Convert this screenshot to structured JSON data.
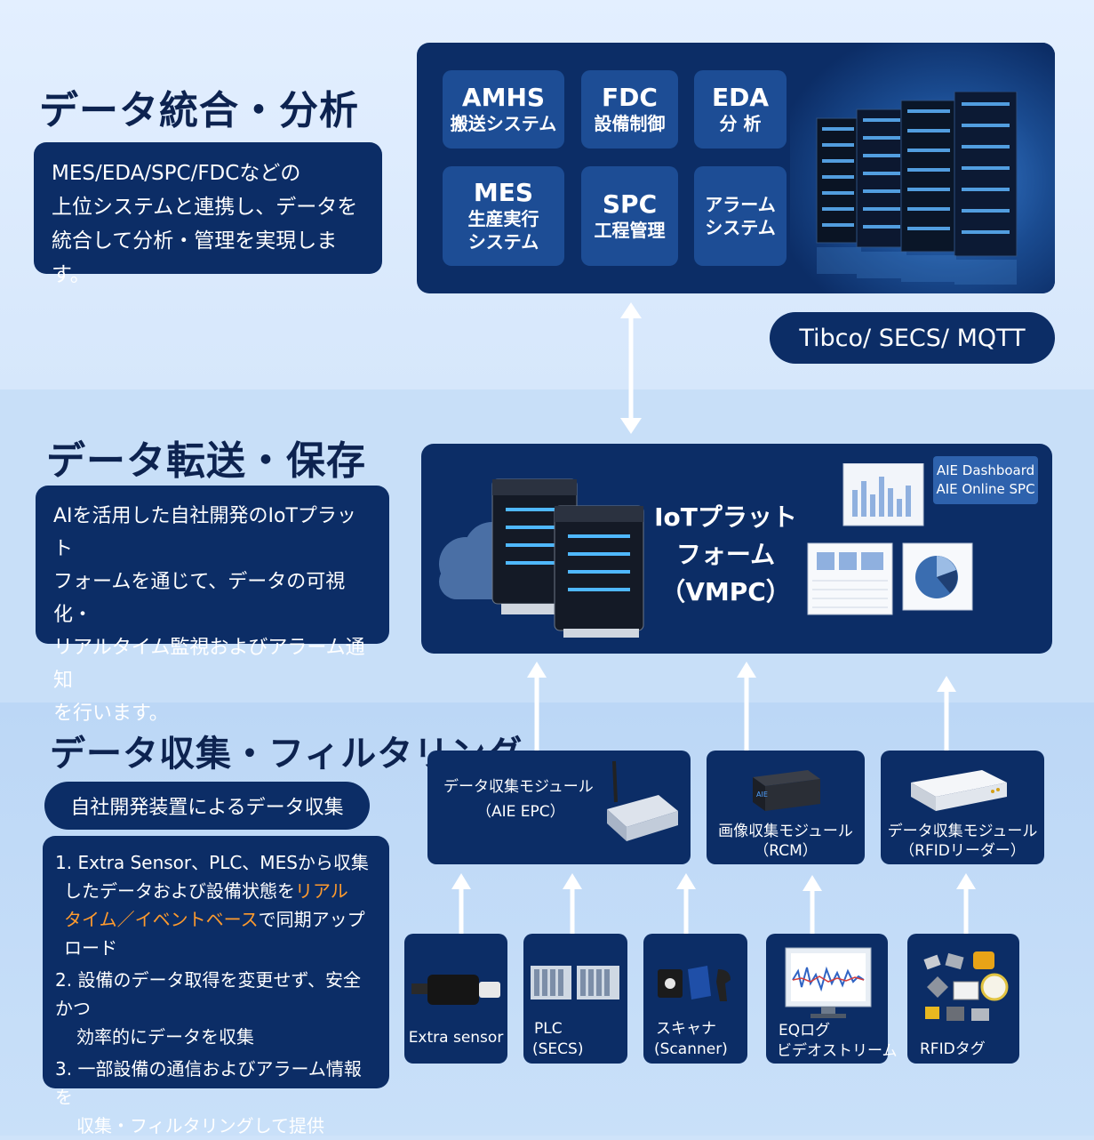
{
  "sections": {
    "integration": {
      "heading": "データ統合・分析",
      "description": [
        "MES/EDA/SPC/FDCなどの",
        "上位システムと連携し、データを",
        "統合して分析・管理を実現します。"
      ],
      "tiles": [
        {
          "t1": "AMHS",
          "t2": "搬送システム"
        },
        {
          "t1": "FDC",
          "t2": "設備制御"
        },
        {
          "t1": "EDA",
          "t2": "分 析"
        },
        {
          "t1": "MES",
          "t2a": "生産実行",
          "t2b": "システム"
        },
        {
          "t1": "SPC",
          "t2": "工程管理"
        },
        {
          "t2a": "アラーム",
          "t2b": "システム"
        }
      ],
      "protocols": "Tibco/ SECS/ MQTT"
    },
    "transfer": {
      "heading": "データ転送・保存",
      "description": [
        "AIを活用した自社開発のIoTプラット",
        "フォームを通じて、データの可視化・",
        "リアルタイム監視およびアラーム通知",
        "を行います。"
      ],
      "platform": [
        "IoTプラット",
        "フォーム",
        "（VMPC）"
      ],
      "dashboard_badge": [
        "AIE Dashboard",
        "AIE Online SPC"
      ]
    },
    "collection": {
      "heading": "データ収集・フィルタリング",
      "subtitle": "自社開発装置によるデータ収集",
      "items": [
        {
          "prefix": "1. Extra Sensor、PLC、MESから収集",
          "line2a": "したデータおよび設備状態を",
          "highlight1": "リアル",
          "highlight2": "タイム／イベントベース",
          "line3b": "で同期アップ",
          "line4": "ロード"
        },
        {
          "line1": "2. 設備のデータ取得を変更せず、安全かつ",
          "line2": "効率的にデータを収集"
        },
        {
          "line1": "3. 一部設備の通信およびアラーム情報を",
          "line2": "収集・フィルタリングして提供"
        }
      ],
      "modules": [
        {
          "line1": "データ収集モジュール",
          "line2": "（AIE EPC）"
        },
        {
          "line1": "画像収集モジュール",
          "line2": "（RCM）"
        },
        {
          "line1": "データ収集モジュール",
          "line2": "（RFIDリーダー）"
        }
      ],
      "devices": [
        {
          "line1": "Extra sensor"
        },
        {
          "line1": "PLC",
          "line2": "(SECS)"
        },
        {
          "line1": "スキャナ",
          "line2": "(Scanner)"
        },
        {
          "line1": "EQログ",
          "line2": "ビデオストリーム"
        },
        {
          "line1": "RFIDタグ"
        }
      ]
    }
  },
  "colors": {
    "navy": "#0c2d66",
    "tile": "#1d4d95",
    "highlight": "#ff9b2e",
    "heading": "#0d2350"
  }
}
